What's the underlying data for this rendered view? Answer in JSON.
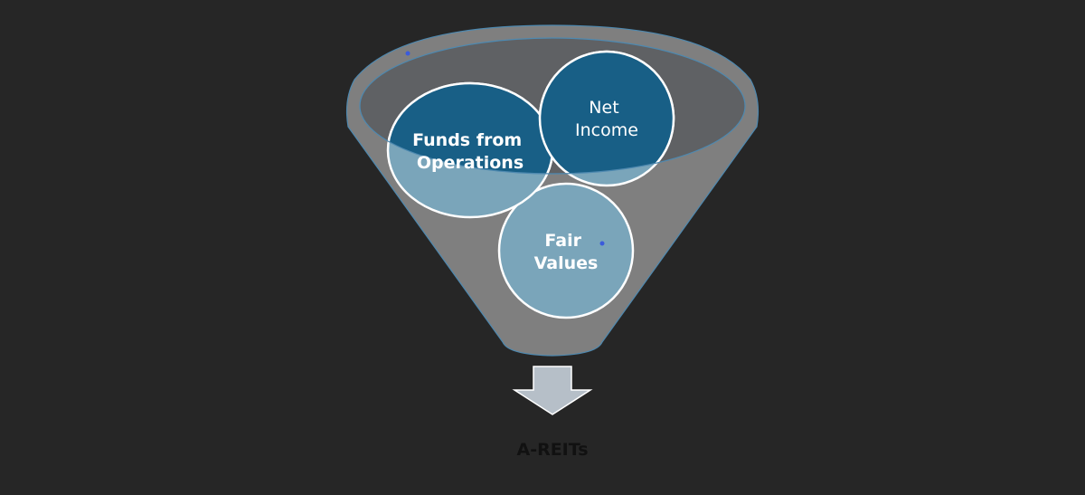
{
  "diagram": {
    "type": "funnel",
    "inputs": [
      {
        "id": "funds_from_operations",
        "lines": [
          "Funds from",
          "Operations"
        ]
      },
      {
        "id": "net_income",
        "lines": [
          "Net",
          "Income"
        ]
      },
      {
        "id": "fair_values",
        "lines": [
          "Fair",
          "Values"
        ]
      }
    ],
    "output": {
      "label": "A-REITs"
    }
  },
  "colors": {
    "background": "#262626",
    "funnel_body": "#7f7f7f",
    "funnel_outline": "#4e89b0",
    "circle_dark": "#185f86",
    "circle_light": "#7aa5ba",
    "arrow": "#b6bfc8",
    "output_text": "#111111"
  }
}
